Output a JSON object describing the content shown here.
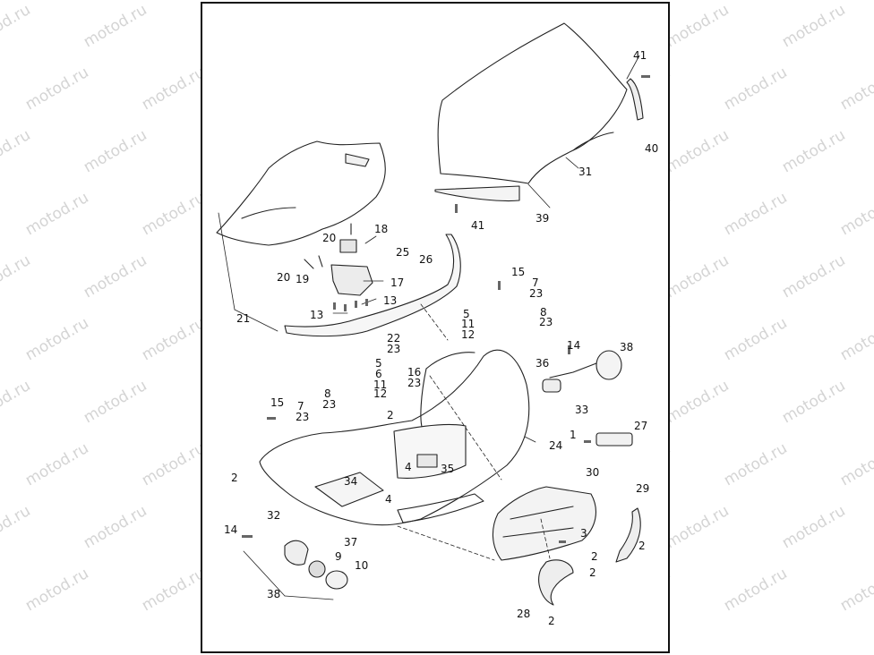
{
  "watermark_text": "motod.ru",
  "diagram": {
    "callouts": [
      {
        "id": "c41a",
        "text": "41"
      },
      {
        "id": "c40",
        "text": "40"
      },
      {
        "id": "c31",
        "text": "31"
      },
      {
        "id": "c39",
        "text": "39"
      },
      {
        "id": "c41b",
        "text": "41"
      },
      {
        "id": "c18",
        "text": "18"
      },
      {
        "id": "c20a",
        "text": "20"
      },
      {
        "id": "c25",
        "text": "25"
      },
      {
        "id": "c26",
        "text": "26"
      },
      {
        "id": "c20b",
        "text": "20"
      },
      {
        "id": "c19",
        "text": "19"
      },
      {
        "id": "c17",
        "text": "17"
      },
      {
        "id": "c13a",
        "text": "13"
      },
      {
        "id": "c13b",
        "text": "13"
      },
      {
        "id": "c21",
        "text": "21"
      },
      {
        "id": "c15a",
        "text": "15"
      },
      {
        "id": "c7a",
        "text": "7"
      },
      {
        "id": "c23a",
        "text": "23"
      },
      {
        "id": "c8a",
        "text": "8"
      },
      {
        "id": "c23b",
        "text": "23"
      },
      {
        "id": "c5a",
        "text": "5"
      },
      {
        "id": "c11a",
        "text": "11"
      },
      {
        "id": "c12a",
        "text": "12"
      },
      {
        "id": "c22",
        "text": "22"
      },
      {
        "id": "c23c",
        "text": "23"
      },
      {
        "id": "c14a",
        "text": "14"
      },
      {
        "id": "c38a",
        "text": "38"
      },
      {
        "id": "c5b",
        "text": "5"
      },
      {
        "id": "c6",
        "text": "6"
      },
      {
        "id": "c11b",
        "text": "11"
      },
      {
        "id": "c12b",
        "text": "12"
      },
      {
        "id": "c16",
        "text": "16"
      },
      {
        "id": "c23d",
        "text": "23"
      },
      {
        "id": "c36",
        "text": "36"
      },
      {
        "id": "c15b",
        "text": "15"
      },
      {
        "id": "c7b",
        "text": "7"
      },
      {
        "id": "c23e",
        "text": "23"
      },
      {
        "id": "c8b",
        "text": "8"
      },
      {
        "id": "c23f",
        "text": "23"
      },
      {
        "id": "c2a",
        "text": "2"
      },
      {
        "id": "c33",
        "text": "33"
      },
      {
        "id": "c27",
        "text": "27"
      },
      {
        "id": "c1",
        "text": "1"
      },
      {
        "id": "c24",
        "text": "24"
      },
      {
        "id": "c2b",
        "text": "2"
      },
      {
        "id": "c4a",
        "text": "4"
      },
      {
        "id": "c35",
        "text": "35"
      },
      {
        "id": "c30",
        "text": "30"
      },
      {
        "id": "c34",
        "text": "34"
      },
      {
        "id": "c29",
        "text": "29"
      },
      {
        "id": "c4b",
        "text": "4"
      },
      {
        "id": "c32",
        "text": "32"
      },
      {
        "id": "c14b",
        "text": "14"
      },
      {
        "id": "c3",
        "text": "3"
      },
      {
        "id": "c2c",
        "text": "2"
      },
      {
        "id": "c37",
        "text": "37"
      },
      {
        "id": "c9",
        "text": "9"
      },
      {
        "id": "c10",
        "text": "10"
      },
      {
        "id": "c2d",
        "text": "2"
      },
      {
        "id": "c2e",
        "text": "2"
      },
      {
        "id": "c38b",
        "text": "38"
      },
      {
        "id": "c28",
        "text": "28"
      },
      {
        "id": "c2f",
        "text": "2"
      }
    ]
  }
}
